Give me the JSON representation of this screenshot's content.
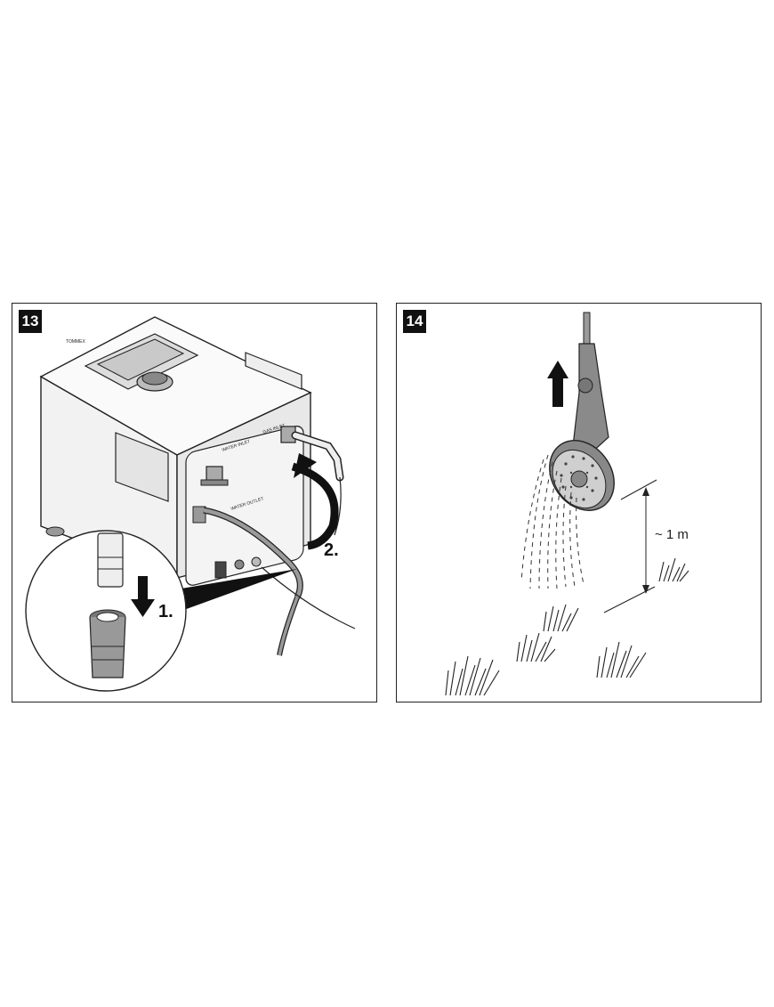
{
  "panels": [
    {
      "step": "13",
      "labels": {
        "water_inlet": "WATER INLET",
        "gas_inlet": "GAS INLET",
        "water_outlet": "WATER OUTLET",
        "brand": "TOMMEX",
        "step_one": "1.",
        "step_two": "2."
      }
    },
    {
      "step": "14",
      "labels": {
        "height": "~ 1 m"
      }
    }
  ],
  "colors": {
    "line": "#222222",
    "hose": "#9a9a9a",
    "shower": "#8a8a8a"
  },
  "icons": [
    "arrow-down-icon",
    "curved-arrow-icon",
    "arrow-up-icon"
  ]
}
